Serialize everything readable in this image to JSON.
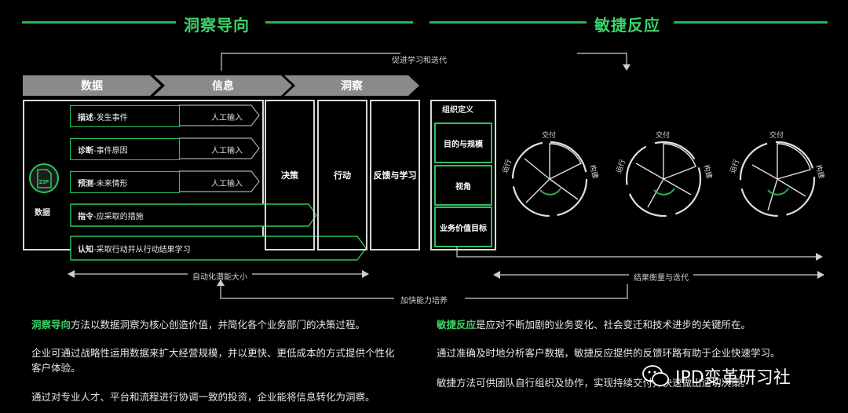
{
  "insight": {
    "title": "洞察导向",
    "stages": [
      "数据",
      "信息",
      "洞察"
    ],
    "data_icon_label": "ZIP",
    "data_label": "数据",
    "rows": [
      {
        "bold": "描述",
        "rest": "-发生事件",
        "right": "人工输入"
      },
      {
        "bold": "诊断",
        "rest": "-事件原因",
        "right": "人工输入"
      },
      {
        "bold": "预测",
        "rest": "-未来情形",
        "right": "人工输入"
      },
      {
        "bold": "指令",
        "rest": "-应采取的措施",
        "right": ""
      },
      {
        "bold": "认知",
        "rest": "-采取行动并从行动结果学习",
        "right": ""
      }
    ],
    "columns": [
      "决策",
      "行动",
      "反馈与学习"
    ],
    "automation_label": "自动化潜能大小",
    "accelerate_label": "加快能力培养",
    "loop_label": "促进学习和迭代"
  },
  "agile": {
    "title": "敏捷反应",
    "org_title": "组织定义",
    "org_items": [
      "目的与规模",
      "视角",
      "业务价值目标"
    ],
    "cycle_labels": {
      "top": "交付",
      "left": "运行",
      "right": "构建"
    },
    "result_label": "结果衡量与迭代"
  },
  "text_left": {
    "p1_highlight": "洞察导向",
    "p1_rest": "方法以数据洞察为核心创造价值，并简化各个业务部门的决策过程。",
    "p2": "企业可通过战略性运用数据来扩大经营规模，并以更快、更低成本的方式提供个性化客户体验。",
    "p3": "通过对专业人才、平台和流程进行协调一致的投资，企业能将信息转化为洞察。"
  },
  "text_right": {
    "p1_highlight": "敏捷反应",
    "p1_rest": "是应对不断加剧的业务变化、社会变迁和技术进步的关键所在。",
    "p2": "通过准确及时地分析客户数据，敏捷反应提供的反馈环路有助于企业快速学习。",
    "p3": "敏捷方法可供团队自行组织及协作，实现持续交付并快速做出适切决策。"
  },
  "watermark": "IPD变革研习社",
  "colors": {
    "accent": "#39d466",
    "line": "#1fb84a",
    "tab": "#8a8a8a"
  }
}
